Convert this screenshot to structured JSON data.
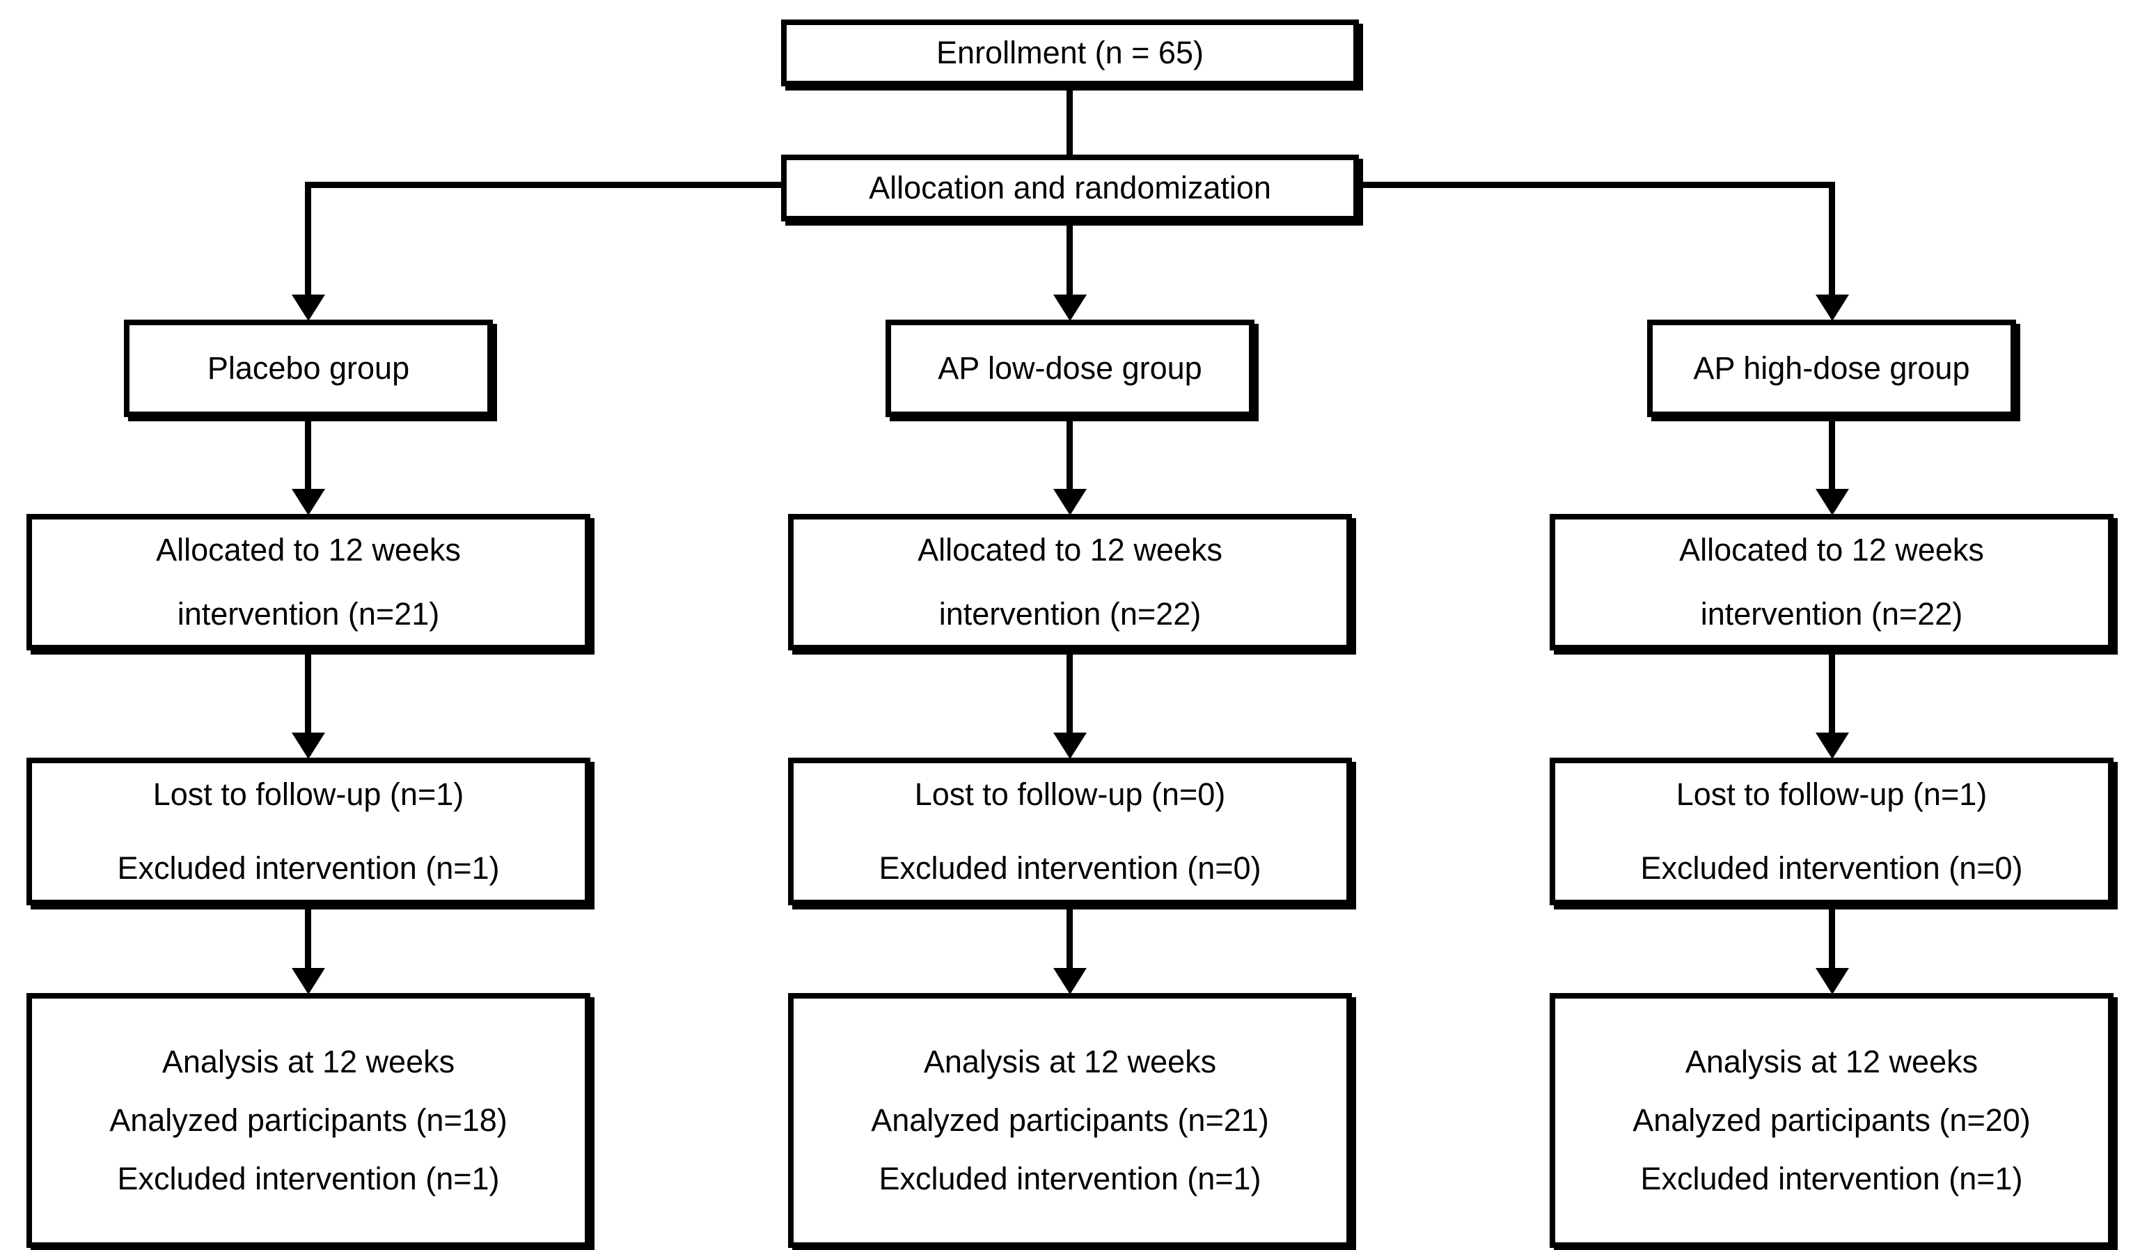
{
  "flowchart": {
    "enrollment": "Enrollment (n = 65)",
    "allocation": "Allocation and randomization",
    "columns": [
      {
        "group": "Placebo group",
        "allocated_line1": "Allocated to 12 weeks",
        "allocated_line2": "intervention (n=21)",
        "lost_line1": "Lost to follow-up (n=1)",
        "lost_line2": "Excluded intervention (n=1)",
        "analysis_line1": "Analysis at 12 weeks",
        "analysis_line2": "Analyzed participants (n=18)",
        "analysis_line3": "Excluded intervention (n=1)"
      },
      {
        "group": "AP low-dose group",
        "allocated_line1": "Allocated to 12 weeks",
        "allocated_line2": "intervention (n=22)",
        "lost_line1": "Lost to follow-up (n=0)",
        "lost_line2": "Excluded intervention (n=0)",
        "analysis_line1": "Analysis at 12 weeks",
        "analysis_line2": "Analyzed participants (n=21)",
        "analysis_line3": "Excluded intervention (n=1)"
      },
      {
        "group": "AP high-dose group",
        "allocated_line1": "Allocated to 12 weeks",
        "allocated_line2": "intervention (n=22)",
        "lost_line1": "Lost to follow-up (n=1)",
        "lost_line2": "Excluded intervention (n=0)",
        "analysis_line1": "Analysis at 12 weeks",
        "analysis_line2": "Analyzed participants (n=20)",
        "analysis_line3": "Excluded intervention (n=1)"
      }
    ],
    "colors": {
      "line": "#000000",
      "box_fill": "#ffffff",
      "text": "#000000"
    }
  }
}
